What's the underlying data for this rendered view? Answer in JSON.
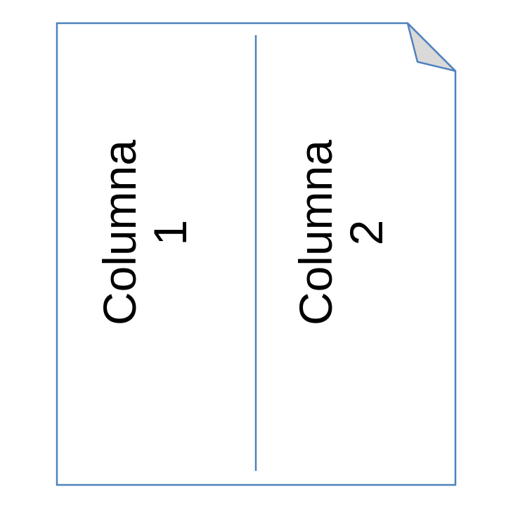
{
  "document": {
    "border_color": "#4f81bd",
    "fold_fill": "#d9d9d9",
    "columns": [
      {
        "word": "Columna",
        "number": "1"
      },
      {
        "word": "Columna",
        "number": "2"
      }
    ]
  }
}
